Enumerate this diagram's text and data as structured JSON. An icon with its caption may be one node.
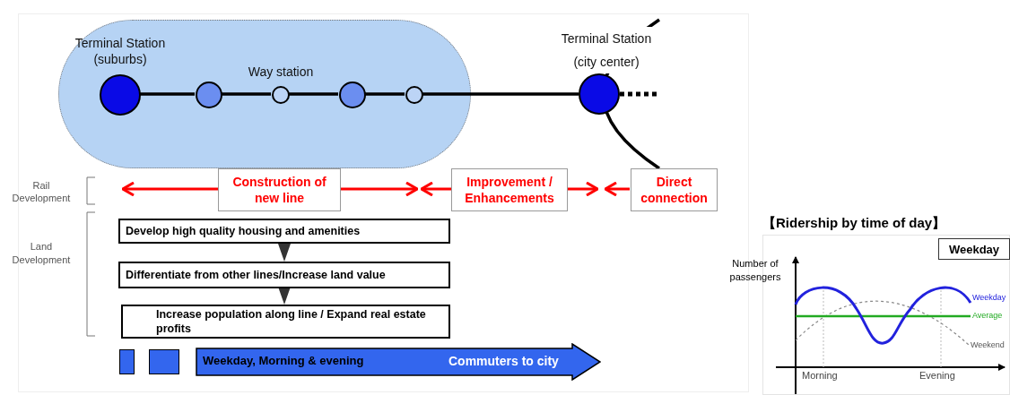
{
  "diagram": {
    "nodes": [
      {
        "text": [],
        "shape": "box"
      },
      {
        "text": [
          "Terminal Station (suburbs)"
        ],
        "in": 0
      },
      {
        "text": [],
        "shape": "circle",
        "in": 0
      },
      {
        "text": [
          "Way station"
        ],
        "in": 0
      },
      {
        "text": [],
        "shape": "circle",
        "in": 0
      },
      {
        "text": [],
        "shape": "circle",
        "in": 0
      },
      {
        "text": [
          "Terminal Station (city center)"
        ]
      },
      {
        "text": [
          "Construction of new line"
        ]
      },
      {
        "text": [
          "Improvement / Enhancements"
        ]
      },
      {
        "text": [
          "Direct connection"
        ]
      },
      {
        "text": [
          "Develop high quality housing and amenities"
        ]
      },
      {
        "text": [
          "Differentiate from other lines/Increase land value"
        ]
      },
      {
        "text": [
          "Increase population along line / Expand real estate profits"
        ]
      },
      {
        "text": [],
        "shape": "box"
      },
      {
        "text": [],
        "shape": "box"
      },
      {
        "text": [
          "Weekday, Morning & evening",
          "Commuters to city"
        ]
      },
      {
        "text": [
          "Weekday"
        ]
      }
    ],
    "edges": [
      {
        "from": 1,
        "to": 2,
        "arrow": "none"
      },
      {
        "from": 2,
        "to": 3,
        "arrow": "none"
      },
      {
        "from": 3,
        "to": 4,
        "arrow": "none"
      },
      {
        "from": 4,
        "to": 5,
        "arrow": "none"
      },
      {
        "from": 5,
        "to": 6,
        "arrow": "none"
      },
      {
        "from": 6,
        "to": null,
        "arrow": "none",
        "style": "dashed"
      },
      {
        "from": 10,
        "to": 11,
        "arrow": "to",
        "style": "thick",
        "color": "#333333"
      },
      {
        "from": 11,
        "to": 12,
        "arrow": "to",
        "style": "thick",
        "color": "#333333"
      }
    ],
    "labels": [
      "Rail Development",
      "Land Development",
      "【Ridership by time of day】",
      "Number of passengers",
      "Weekday",
      "Average",
      "Weekend",
      "Morning",
      "Evening"
    ]
  }
}
